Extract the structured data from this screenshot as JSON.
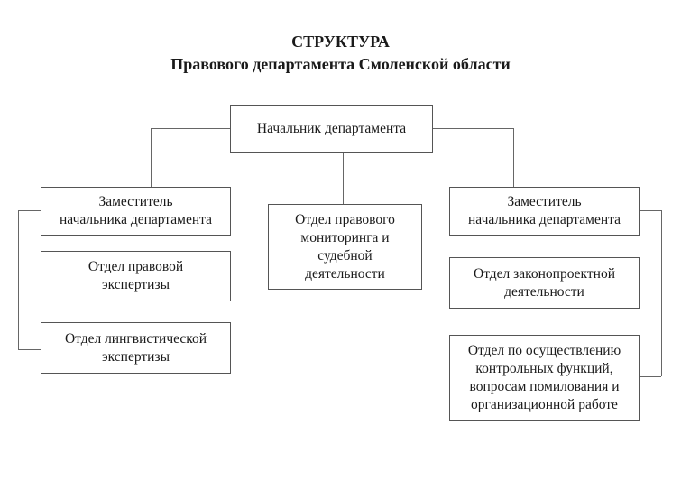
{
  "title": "СТРУКТУРА",
  "subtitle": "Правового департамента Смоленской области",
  "head": "Начальник департамента",
  "left": {
    "deputy": "Заместитель\nначальника департамента",
    "units": [
      "Отдел правовой\nэкспертизы",
      "Отдел лингвистической\nэкспертизы"
    ]
  },
  "center": "Отдел правового\nмониторинга и\nсудебной\nдеятельности",
  "right": {
    "deputy": "Заместитель\nначальника департамента",
    "units": [
      "Отдел законопроектной\nдеятельности",
      "Отдел по осуществлению\nконтрольных функций,\nвопросам помилования и\nорганизационной работе"
    ]
  }
}
